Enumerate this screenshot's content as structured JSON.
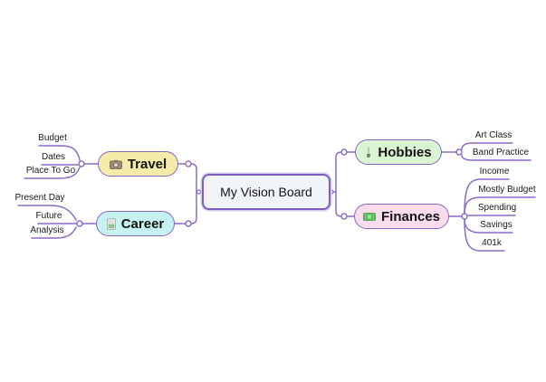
{
  "app": {
    "canvas_background": "#ffffff"
  },
  "root": {
    "label": "My Vision Board",
    "fill": "#F1F4F9",
    "border_color": "#7C5EC5"
  },
  "colors": {
    "connector": "#8A6CC8",
    "pill_border": "#8666C6",
    "text": "#141414"
  },
  "branches": [
    {
      "id": "travel",
      "label": "Travel",
      "icon": "camera-icon",
      "fill": "#F6ECA9",
      "side": "left",
      "children": [
        "Budget",
        "Dates",
        "Place To Go"
      ]
    },
    {
      "id": "career",
      "label": "Career",
      "icon": "document-icon",
      "fill": "#C6F3F1",
      "side": "left",
      "children": [
        "Present Day",
        "Future",
        "Analysis"
      ]
    },
    {
      "id": "hobbies",
      "label": "Hobbies",
      "icon": "paintbrush-icon",
      "fill": "#D9F4D2",
      "side": "right",
      "children": [
        "Art Class",
        "Band Practice"
      ]
    },
    {
      "id": "finances",
      "label": "Finances",
      "icon": "money-icon",
      "fill": "#FADCEC",
      "side": "right",
      "children": [
        "Income",
        "Mostly Budget",
        "Spending",
        "Savings",
        "401k"
      ]
    }
  ]
}
